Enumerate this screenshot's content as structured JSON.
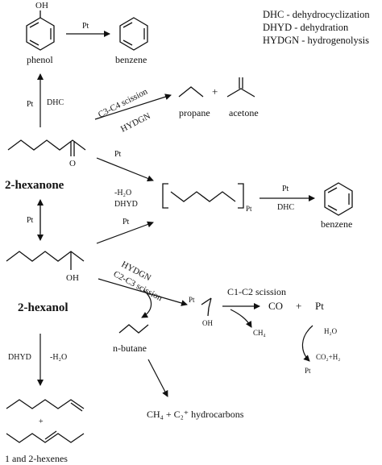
{
  "legend": {
    "dhc": "DHC - dehydrocyclization",
    "dhyd": "DHYD - dehydration",
    "hydgn": "HYDGN - hydrogenolysis"
  },
  "labels": {
    "oh_phenol": "OH",
    "pt_top": "Pt",
    "phenol": "phenol",
    "benzene_top": "benzene",
    "pt_left_up": "Pt",
    "dhc_left_up": "DHC",
    "c3c4": "C3-C4 scission",
    "hydgn_upper": "HYDGN",
    "plus_propane_acetone": "+",
    "propane": "propane",
    "acetone": "acetone",
    "o_ketone": "O",
    "hexanone": "2-hexanone",
    "pt_hexanone_mid": "Pt",
    "minus_h2o_mid": "-H₂O",
    "dhyd_mid": "DHYD",
    "pt_hexanol_right": "Pt",
    "pt_chain_sub": "Pt",
    "pt_chain_arrow": "Pt",
    "dhc_chain_arrow": "DHC",
    "benzene_right": "benzene",
    "pt_left_mid": "Pt",
    "oh_hexanol": "OH",
    "hydgn_lower": "HYDGN",
    "c2c3": "C2-C3 scission",
    "pt_intermediate": "Pt",
    "oh_intermediate": "OH",
    "c1c2": "C1-C2 scission",
    "co": "CO",
    "plus_co_pt": "+",
    "pt_after_co": "Pt",
    "ch4_small": "CH₄",
    "h2o_small": "H₂O",
    "co2h2": "CO₂+H₂",
    "pt_regen": "Pt",
    "hexanol": "2-hexanol",
    "nbutane": "n-butane",
    "dhyd_lower": "DHYD",
    "minus_h2o_lower": "-H₂O",
    "hydrocarbons": "CH₄ + C₂⁺ hydrocarbons",
    "plus_hexenes": "+",
    "hexenes": "1 and 2-hexenes"
  }
}
